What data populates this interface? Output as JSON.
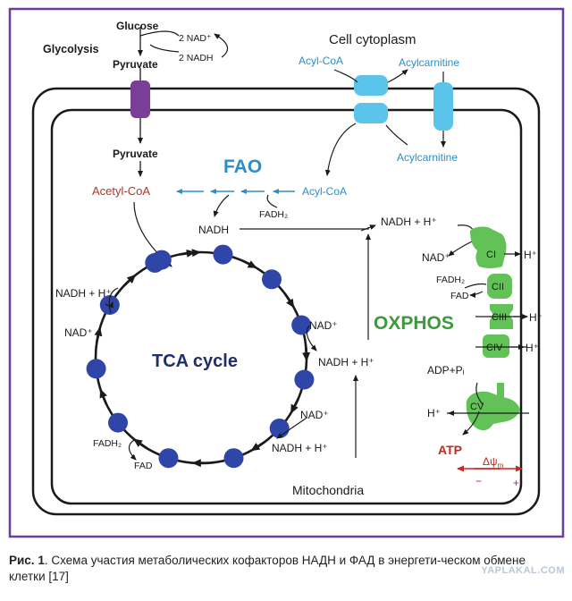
{
  "diagram": {
    "colors": {
      "frame": "#6a3d9a",
      "black": "#1a1a1a",
      "blue_text": "#2a8fc9",
      "red_text": "#b2352a",
      "cyto_bead": "#5bc4ea",
      "purple_channel": "#7a3d98",
      "tca_node": "#2f45a8",
      "tca_text": "#1f2f6e",
      "green_complex": "#62c257",
      "oxphos_text": "#3c9a3c",
      "atp_red": "#c8281e"
    },
    "labels": {
      "glucose": "Glucose",
      "glycolysis": "Glycolysis",
      "pyruvate_top": "Pyruvate",
      "nad_plus_2": "2 NAD⁺",
      "nadh_2": "2 NADH",
      "cell_cytoplasm": "Cell cytoplasm",
      "acyl_coa_top": "Acyl-CoA",
      "acylcarnitine_top": "Acylcarnitine",
      "acylcarnitine_right": "Acylcarnitine",
      "pyruvate_inner": "Pyruvate",
      "fao": "FAO",
      "acetyl_coa": "Acetyl-CoA",
      "acyl_coa_inner": "Acyl-CoA",
      "fadh2_fao": "FADH₂",
      "nadh_fao": "NADH",
      "nadh_h_top": "NADH + H⁺",
      "nad_left": "NAD⁺",
      "nadh_h_left": "NADH + H⁺",
      "nad_right1": "NAD⁺",
      "nadh_h_right1": "NADH + H⁺",
      "nad_right2": "NAD⁺",
      "nadh_h_right2": "NADH + H⁺",
      "fadh2_tca": "FADH₂",
      "fad_tca": "FAD",
      "tca_cycle": "TCA cycle",
      "mitochondria": "Mitochondria",
      "nad_ci": "NAD⁺",
      "ci": "CI",
      "cii": "CII",
      "ciii": "CIII",
      "civ": "CIV",
      "cv": "CV",
      "fadh2_cii": "FADH₂",
      "fad_cii": "FAD",
      "oxphos": "OXPHOS",
      "h_ci": "H⁺",
      "h_ciii": "H⁺",
      "h_civ": "H⁺",
      "h_cv": "H⁺",
      "adp_pi": "ADP+Pᵢ",
      "atp": "ATP",
      "delta_psi": "Δψ",
      "delta_psi_sub": "m",
      "minus": "−",
      "plus": "+"
    }
  },
  "caption": {
    "label": "Рис. 1",
    "text": ". Схема участия метаболических кофакторов НАДН и ФАД в энергети-ческом обмене клетки [17]"
  },
  "watermark": "YAPLAKAL.COM"
}
